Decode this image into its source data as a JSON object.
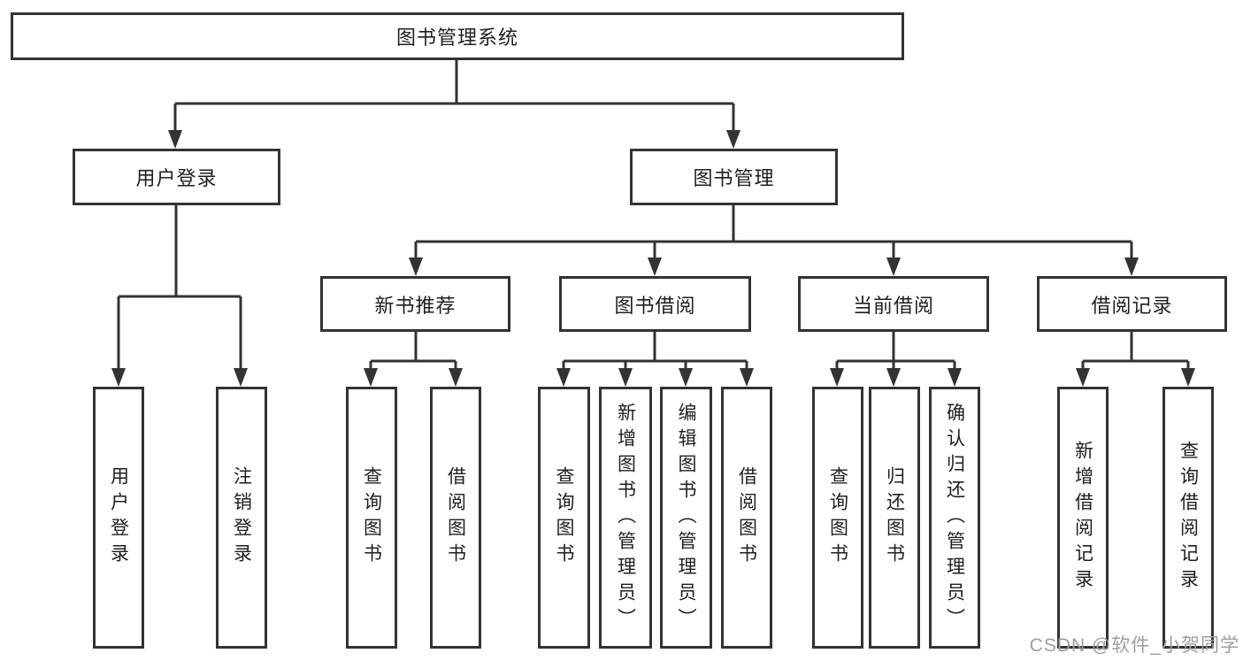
{
  "diagram": {
    "tree": {
      "label": "图书管理系统",
      "children": [
        {
          "label": "用户登录",
          "children": [
            {
              "label": "用户登录"
            },
            {
              "label": "注销登录"
            }
          ]
        },
        {
          "label": "图书管理",
          "children": [
            {
              "label": "新书推荐",
              "children": [
                {
                  "label": "查询图书"
                },
                {
                  "label": "借阅图书"
                }
              ]
            },
            {
              "label": "图书借阅",
              "children": [
                {
                  "label": "查询图书"
                },
                {
                  "label": "新增图书（管理员）"
                },
                {
                  "label": "编辑图书（管理员）"
                },
                {
                  "label": "借阅图书"
                }
              ]
            },
            {
              "label": "当前借阅",
              "children": [
                {
                  "label": "查询图书"
                },
                {
                  "label": "归还图书"
                },
                {
                  "label": "确认归还（管理员）"
                }
              ]
            },
            {
              "label": "借阅记录",
              "children": [
                {
                  "label": "新增借阅记录"
                },
                {
                  "label": "查询借阅记录"
                }
              ]
            }
          ]
        }
      ]
    }
  },
  "watermark": {
    "text": "CSDN @软件_小贺同学"
  },
  "colors": {
    "line": "#333333",
    "text": "#1f1f1f",
    "background": "#ffffff",
    "watermark": "#9e9e9e"
  }
}
